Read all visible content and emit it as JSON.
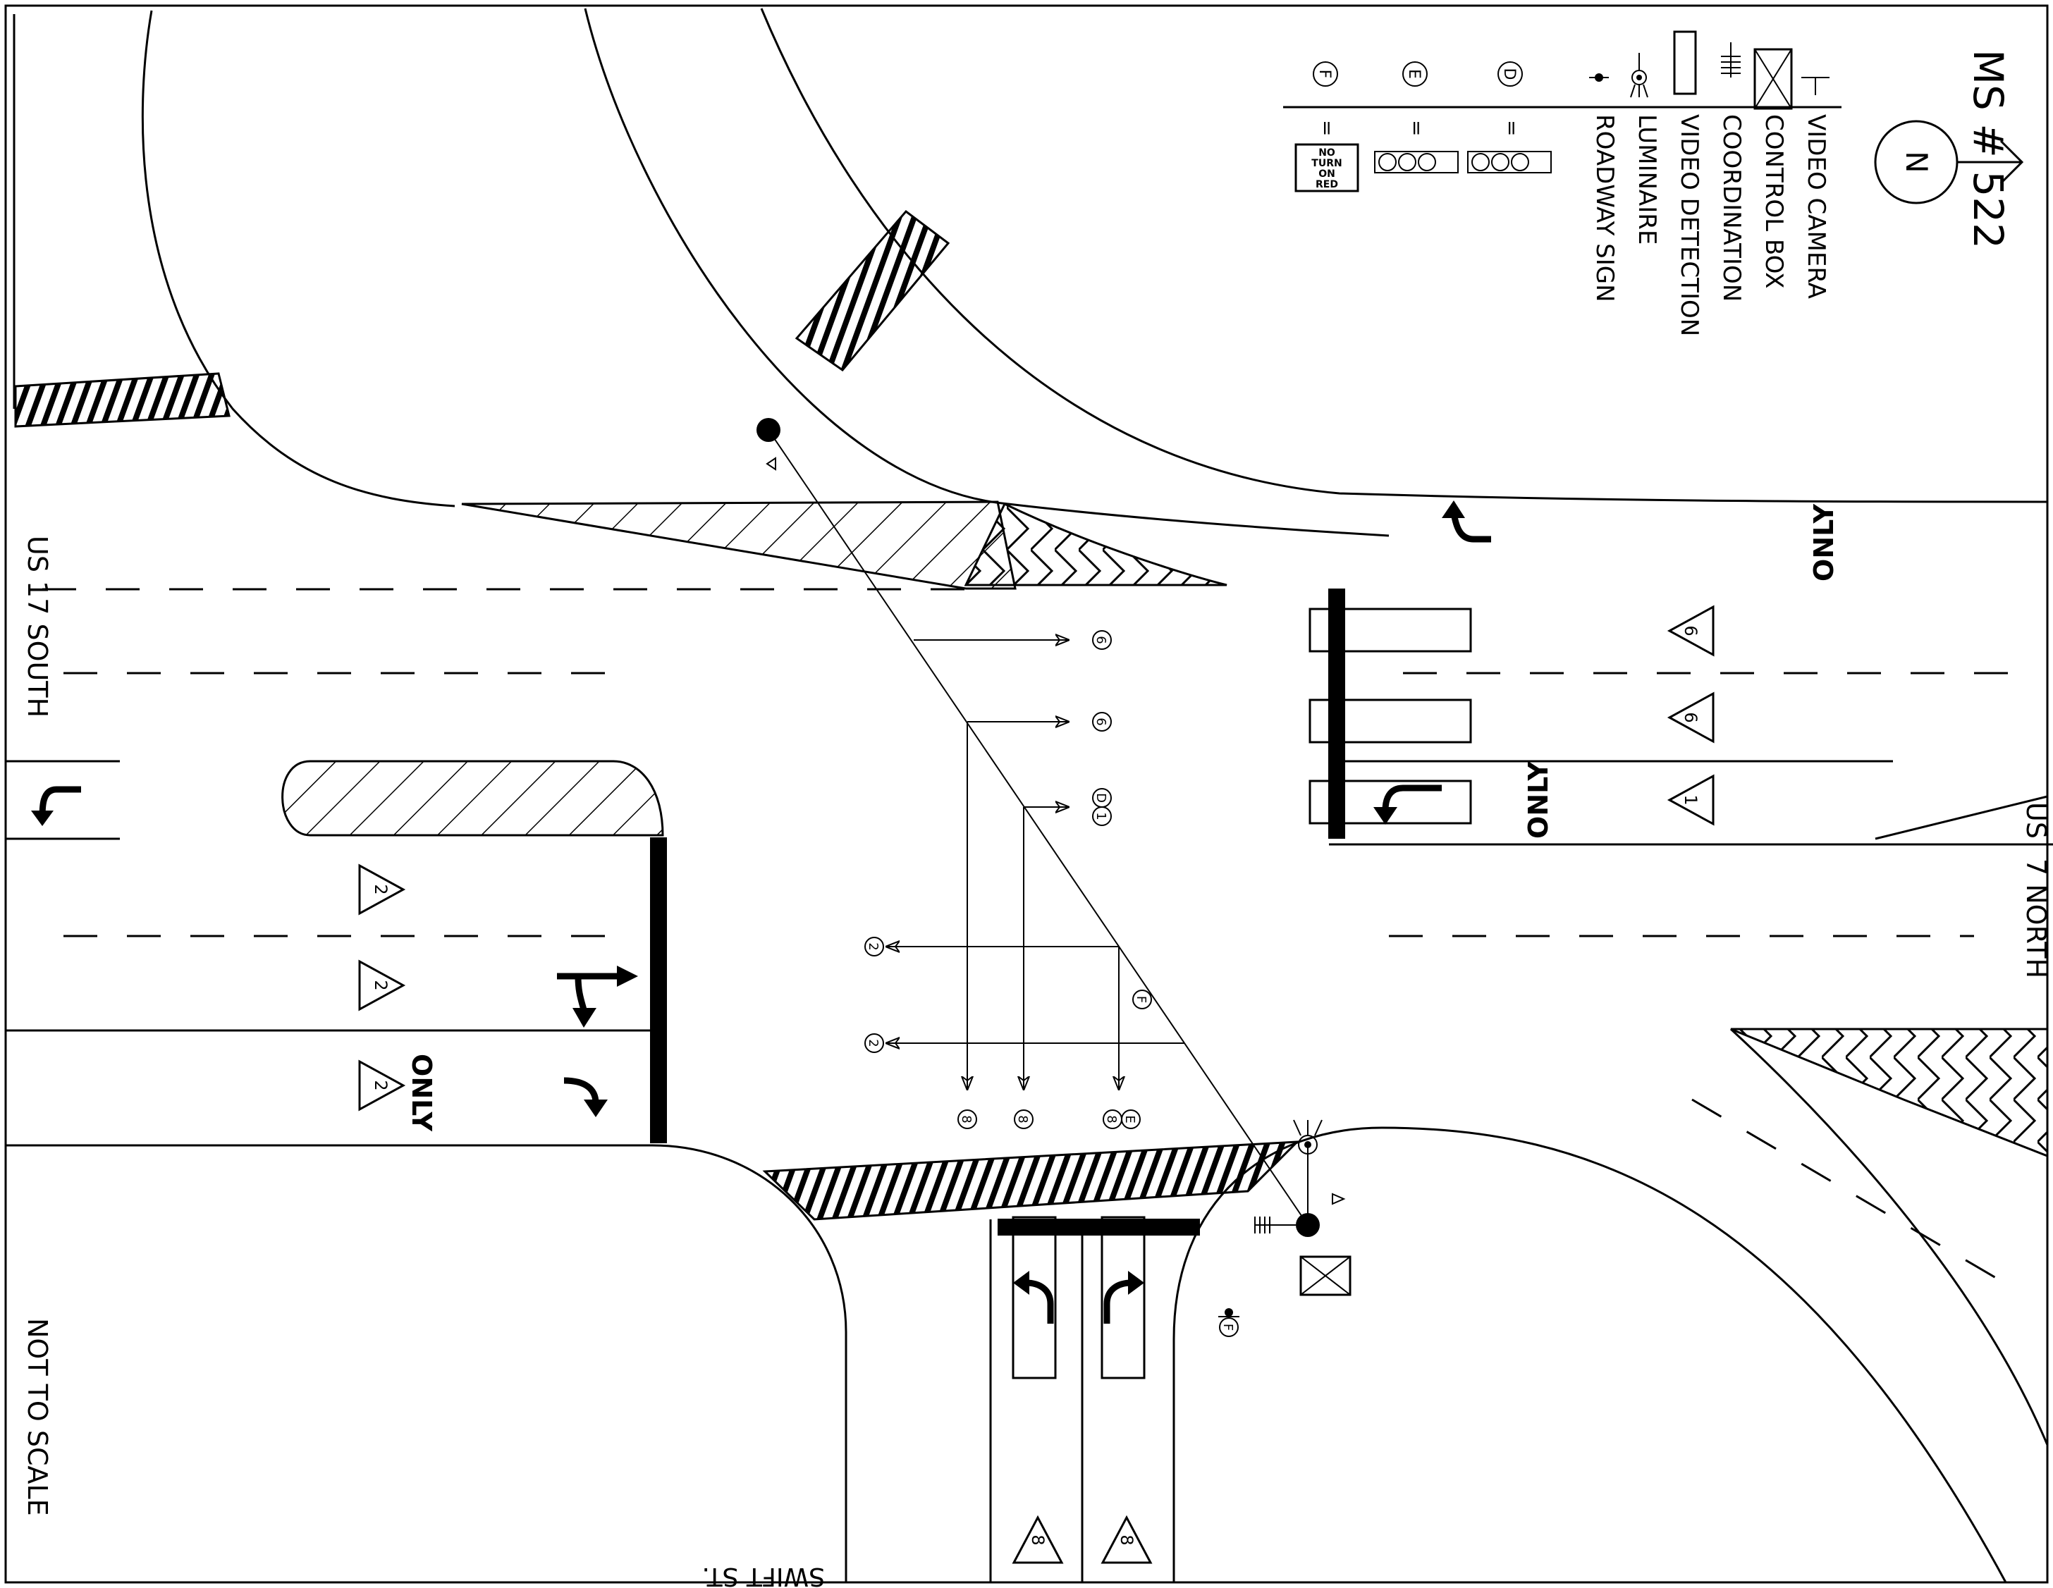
{
  "title": "MS # 522",
  "scale_note": "NOT TO SCALE",
  "streets": {
    "south": "US 17 SOUTH",
    "north_1": "US",
    "north_2": "7 NORTH",
    "swift": "SWIFT ST."
  },
  "legend": {
    "items": [
      {
        "icon": "video-camera-icon",
        "label": "VIDEO CAMERA"
      },
      {
        "icon": "control-box-icon",
        "label": "CONTROL BOX"
      },
      {
        "icon": "coordination-icon",
        "label": "COORDINATION"
      },
      {
        "icon": "video-detection-icon",
        "label": "VIDEO DETECTION"
      },
      {
        "icon": "luminaire-icon",
        "label": "LUMINAIRE"
      },
      {
        "icon": "roadway-sign-icon",
        "label": "ROADWAY SIGN"
      }
    ],
    "signal_heads": [
      {
        "key": "D",
        "eq": "="
      },
      {
        "key": "E",
        "eq": "="
      },
      {
        "key": "F",
        "eq": "="
      }
    ],
    "nto_sign": {
      "l1": "NO",
      "l2": "TURN",
      "l3": "ON",
      "l4": "RED"
    }
  },
  "pavement_word": "ONLY",
  "phases": {
    "p1": "1",
    "p2": "2",
    "p6": "6",
    "p8": "8",
    "d": "D",
    "e": "E",
    "f": "F"
  },
  "colors": {
    "ink": "#000000",
    "paper": "#ffffff"
  }
}
